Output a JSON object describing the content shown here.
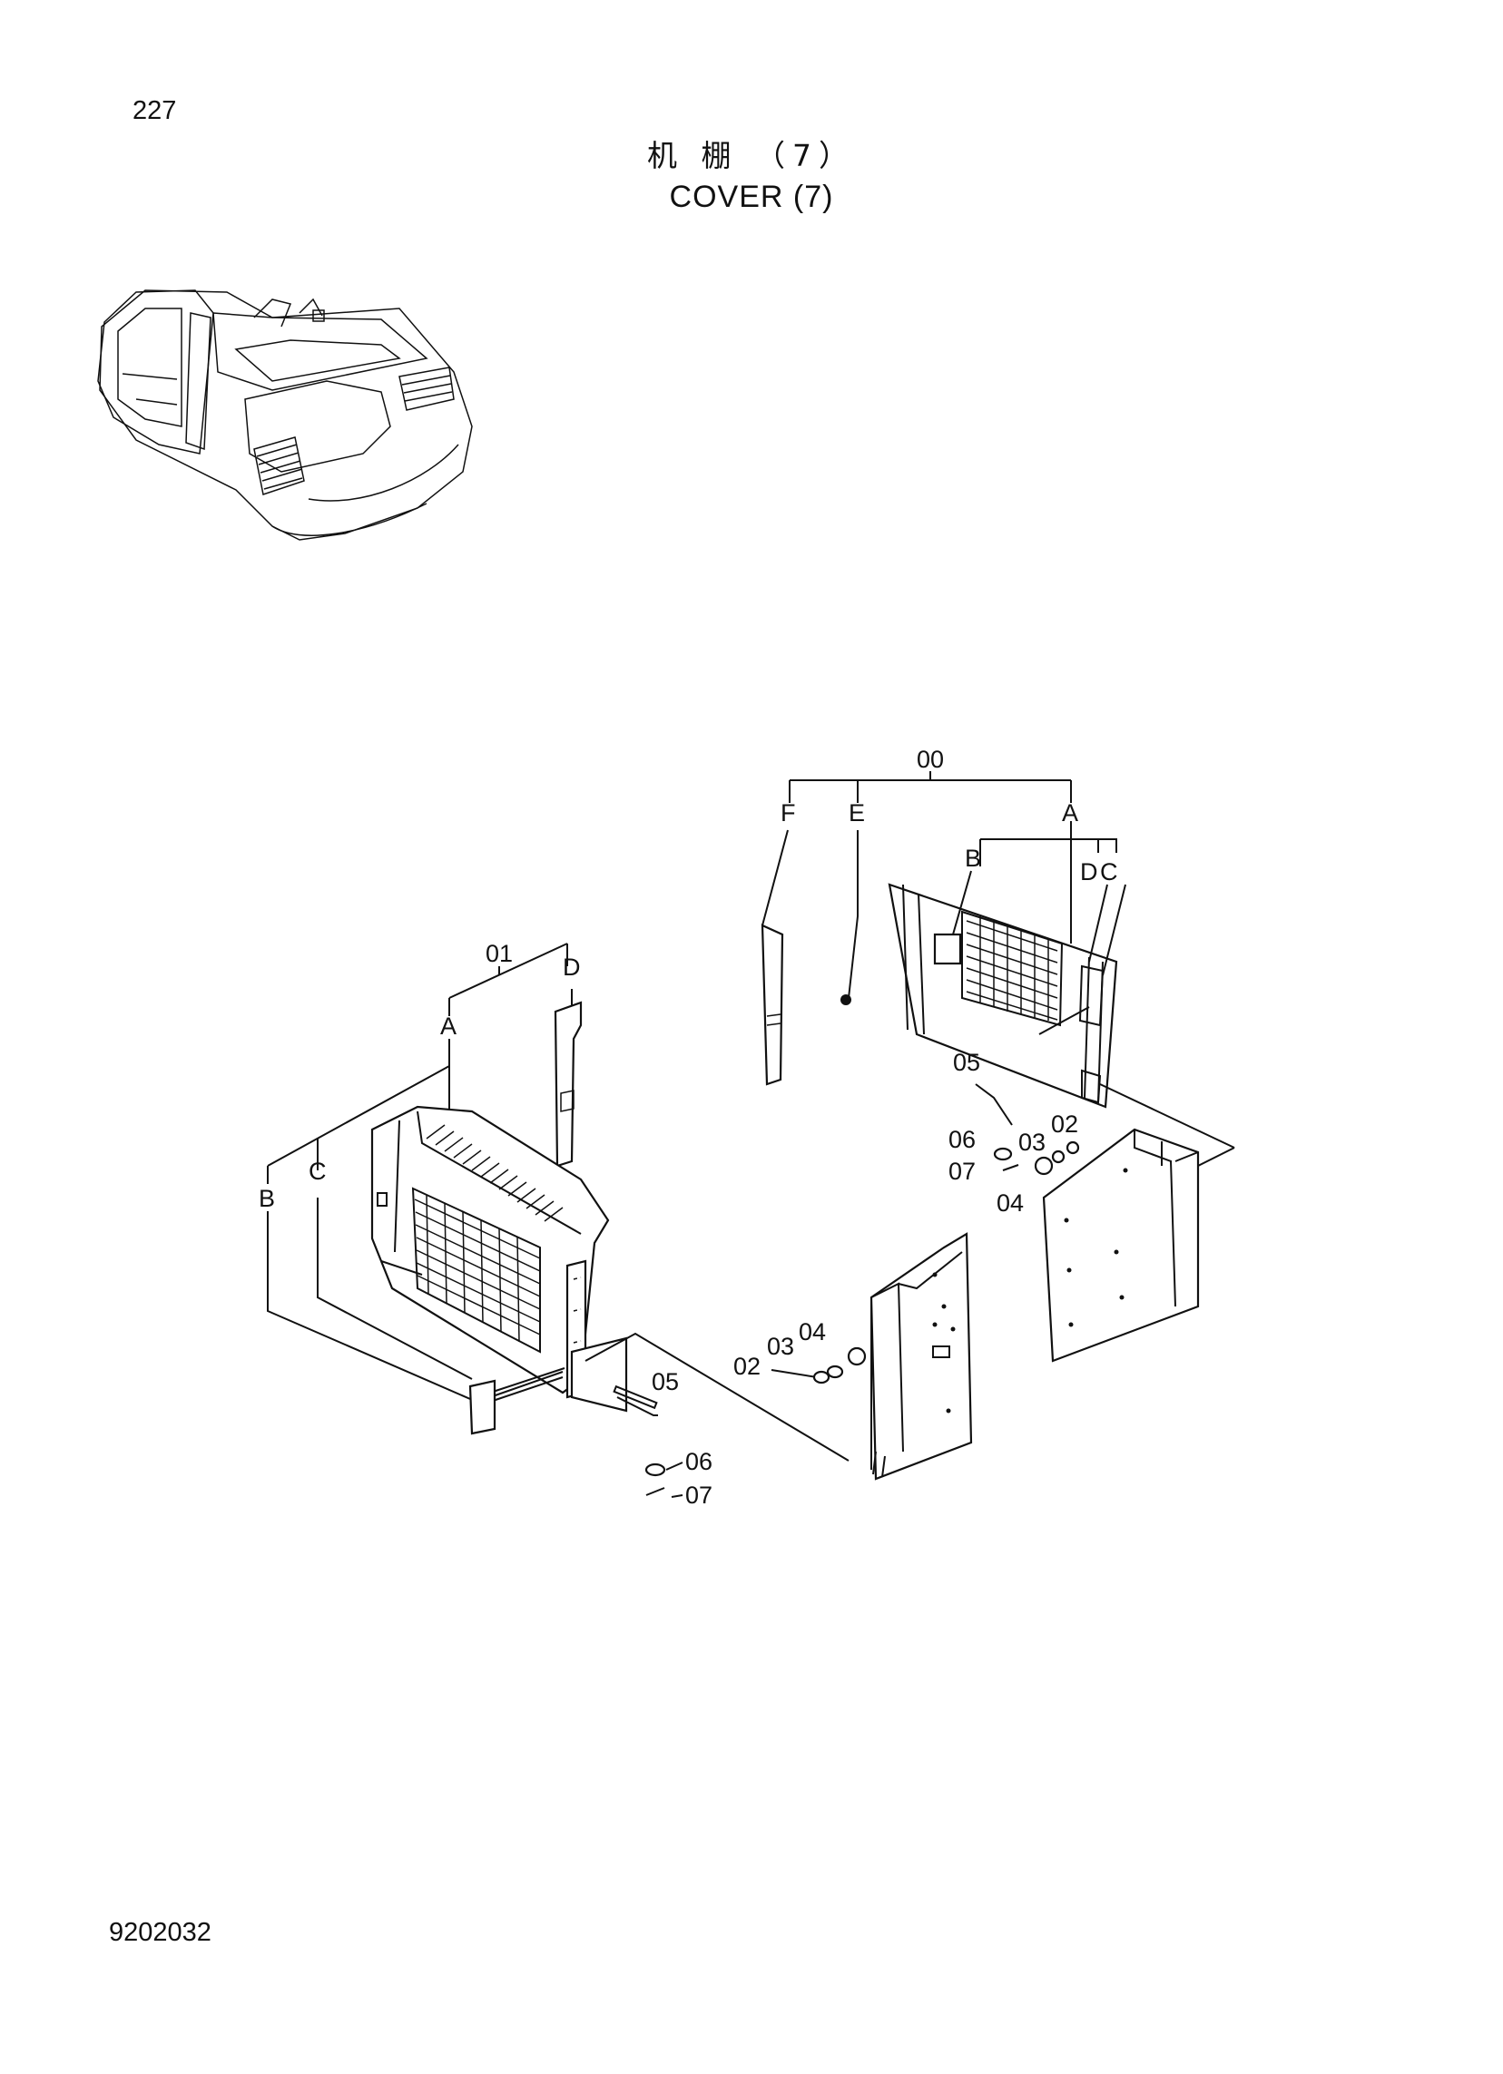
{
  "page": {
    "number": "227",
    "code": "9202032"
  },
  "title": {
    "chinese": "机 棚 （7）",
    "english": "COVER (7)"
  },
  "callouts": {
    "right_assembly": "00",
    "right_A": "A",
    "right_B": "B",
    "right_D": "D",
    "right_C": "C",
    "right_E": "E",
    "right_F": "F",
    "right_05": "05",
    "right_06": "06",
    "right_07": "07",
    "right_03": "03",
    "right_02": "02",
    "right_04": "04",
    "left_assembly": "01",
    "left_D": "D",
    "left_A": "A",
    "left_C": "C",
    "left_B": "B",
    "left_04": "04",
    "left_03": "03",
    "left_02": "02",
    "left_05": "05",
    "left_06": "06",
    "left_07": "07"
  }
}
